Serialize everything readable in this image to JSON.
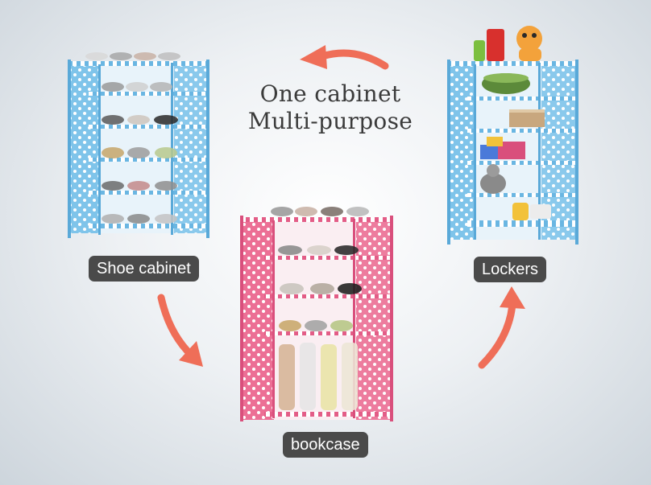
{
  "headline": {
    "line1": "One cabinet",
    "line2": "Multi-purpose"
  },
  "labels": {
    "shoe_cabinet": "Shoe cabinet",
    "bookcase": "bookcase",
    "lockers": "Lockers"
  },
  "colors": {
    "blue_cabinet": "#7fc4ea",
    "pink_cabinet": "#ec6f95",
    "arrow": "#ef6e58",
    "label_bg": "#4a4a4a",
    "headline_text": "#3b3b3b"
  },
  "icons": {
    "arrows": [
      "curved-arrow-left",
      "curved-arrow-down-right",
      "curved-arrow-up"
    ]
  }
}
